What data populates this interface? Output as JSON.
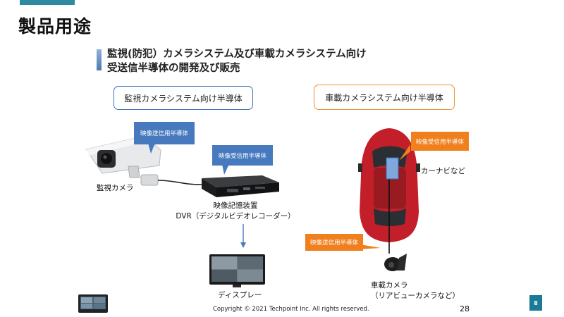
{
  "page_title": "製品用途",
  "subtitle_line1": "監視(防犯）カメラシステム及び車載カメラシステム向け",
  "subtitle_line2": "受送信半導体の開発及び販売",
  "left_section": {
    "header": "監視カメラシステム向け半導体",
    "callout_tx": "映像送信用半導体",
    "callout_rx": "映像受信用半導体",
    "camera_label": "監視カメラ",
    "dvr_label_1": "映像記憶装置",
    "dvr_label_2": "DVR（デジタルビデオレコーダー）",
    "display_label": "ディスプレー"
  },
  "right_section": {
    "header": "車載カメラシステム向け半導体",
    "callout_rx": "映像受信用半導体",
    "callout_tx": "映像送信用半導体",
    "navi_label": "カーナビなど",
    "car_camera_label_1": "車載カメラ",
    "car_camera_label_2": "（リアビューカメラなど）"
  },
  "footer": {
    "copyright": "Copyright © 2021 Techpoint Inc. All rights reserved.",
    "page_number": "28",
    "slide_badge": "8"
  },
  "colors": {
    "blue_accent": "#4679bd",
    "orange_accent": "#f07f1e",
    "teal_bar": "#2e8aa0"
  }
}
